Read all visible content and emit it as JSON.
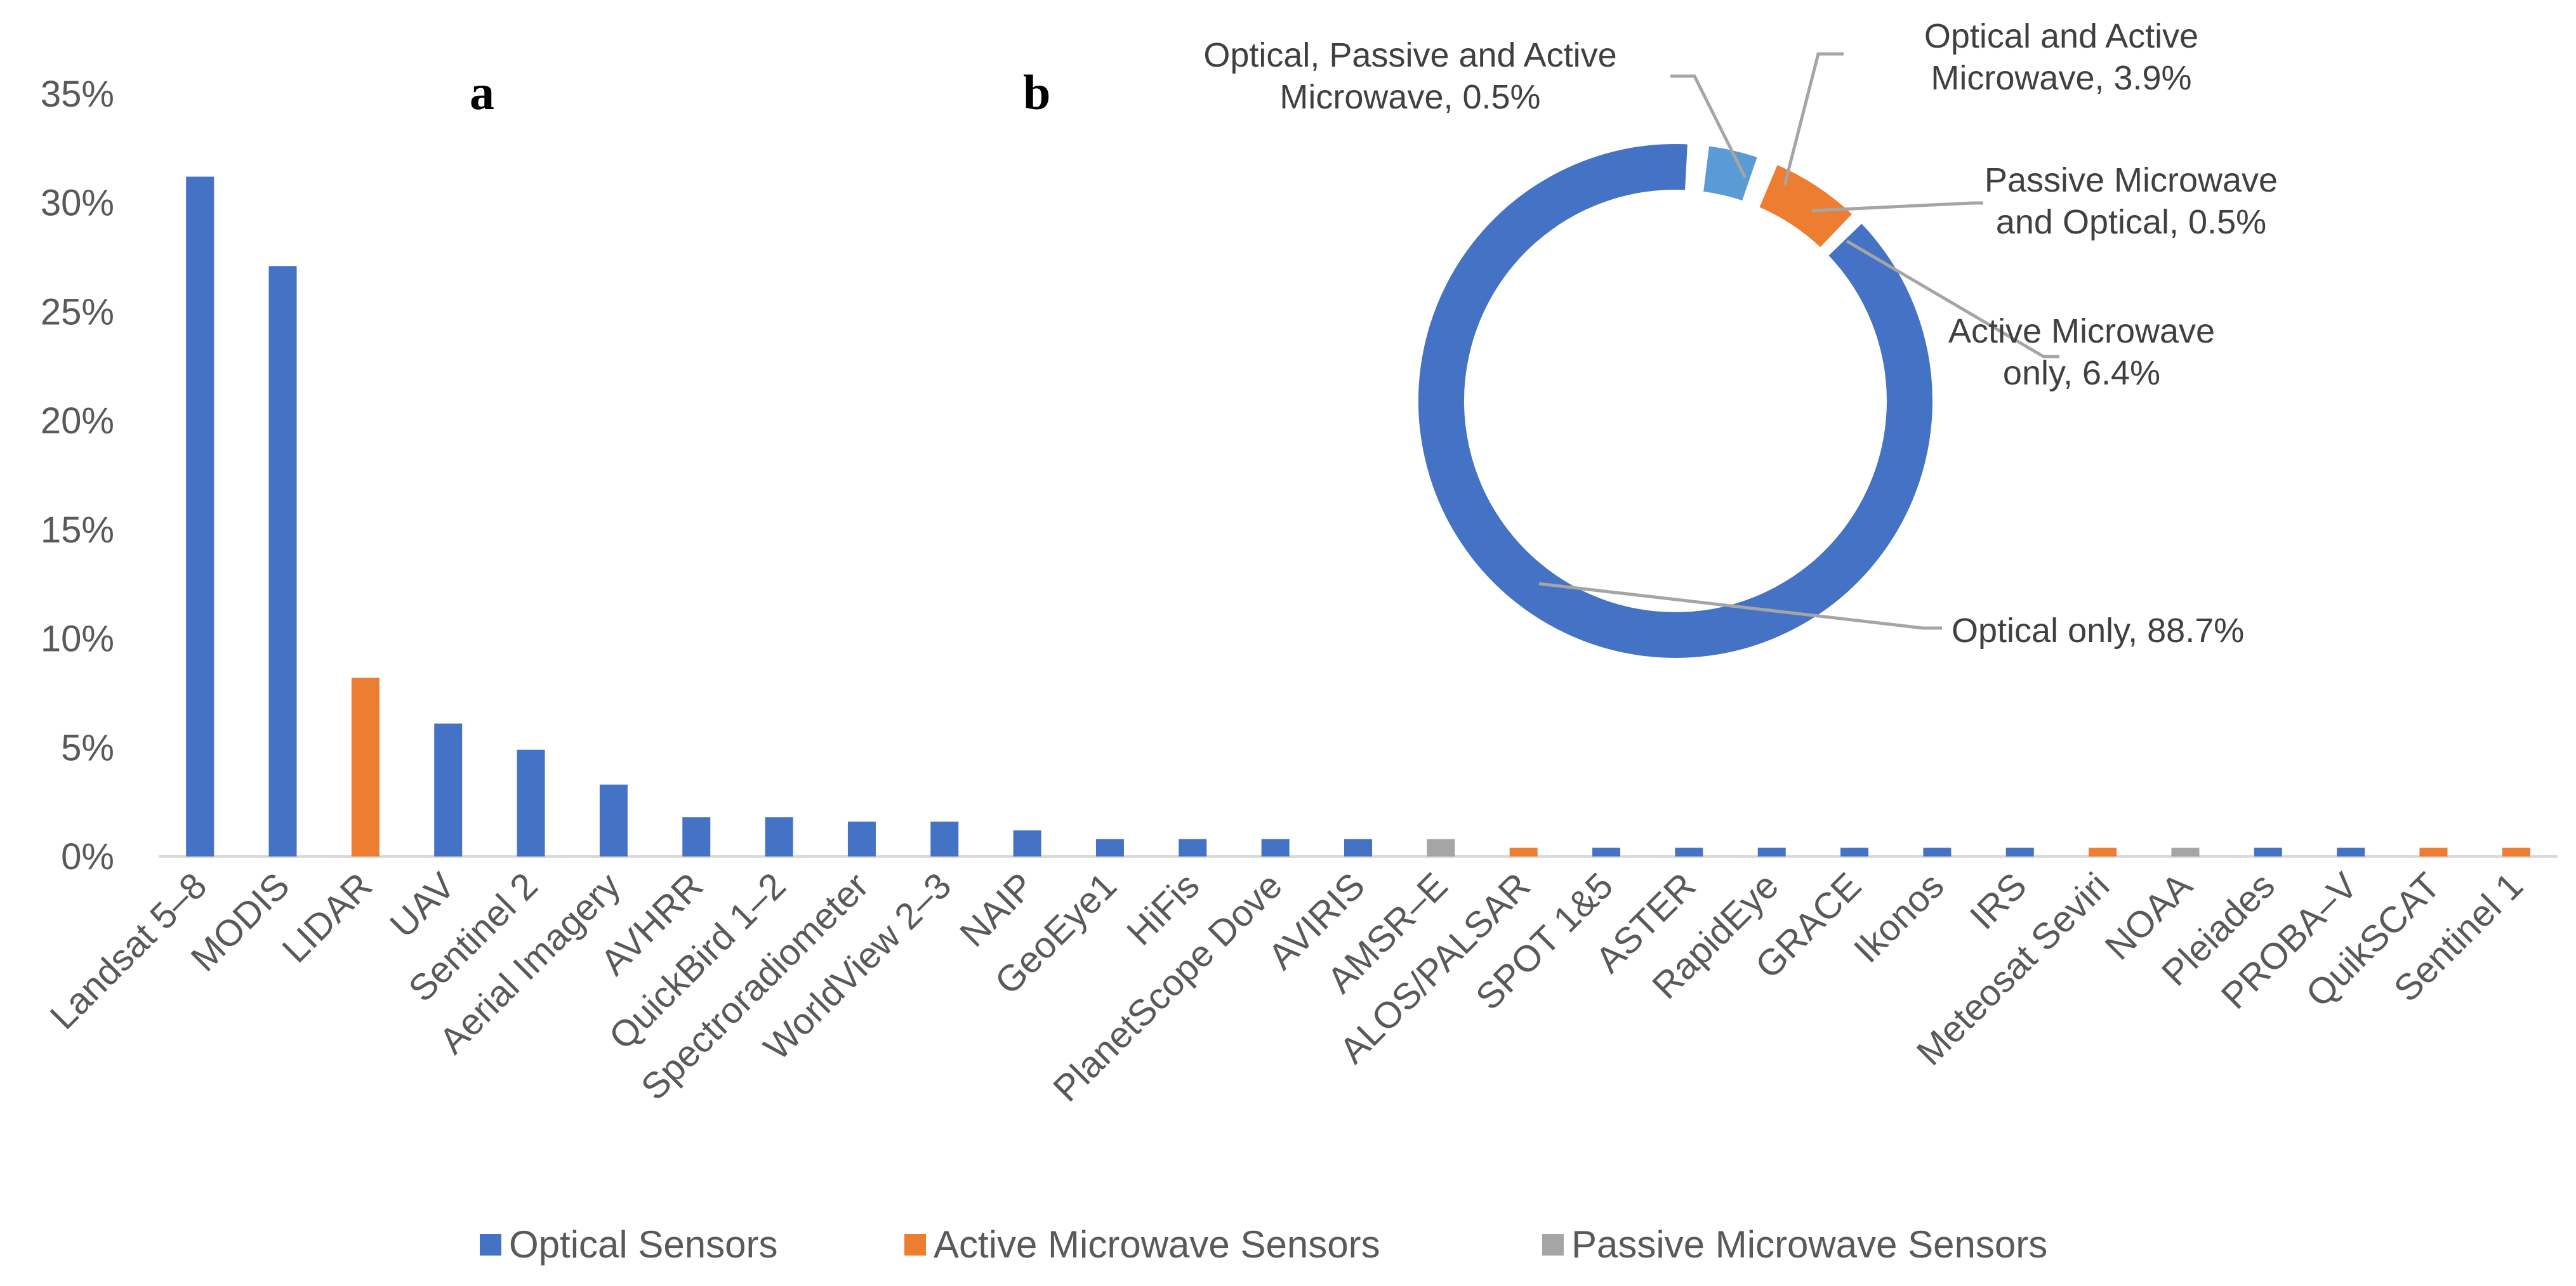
{
  "panels": {
    "a": "a",
    "b": "b"
  },
  "colors": {
    "optical": "#4472C4",
    "active_microwave": "#ED7D31",
    "passive_microwave": "#A5A5A5",
    "optical_active": "#5B9BD5"
  },
  "chart_data": [
    {
      "type": "bar",
      "panel": "a",
      "title": "",
      "xlabel": "",
      "ylabel": "",
      "ylim": [
        0,
        35
      ],
      "yticks": [
        "0%",
        "5%",
        "10%",
        "15%",
        "20%",
        "25%",
        "30%",
        "35%"
      ],
      "grid": false,
      "legend_position": "bottom",
      "series_names": {
        "optical": "Optical Sensors",
        "active": "Active Microwave Sensors",
        "passive": "Passive Microwave Sensors"
      },
      "categories": [
        "Landsat 5–8",
        "MODIS",
        "LIDAR",
        "UAV",
        "Sentinel 2",
        "Aerial Imagery",
        "AVHRR",
        "QuickBird 1–2",
        "Spectroradiometer",
        "WorldView 2–3",
        "NAIP",
        "GeoEye1",
        "HiFis",
        "PlanetScope Dove",
        "AVIRIS",
        "AMSR–E",
        "ALOS/PALSAR",
        "SPOT 1&5",
        "ASTER",
        "RapidEye",
        "GRACE",
        "Ikonos",
        "IRS",
        "Meteosat Seviri",
        "NOAA",
        "Pleiades",
        "PROBA–V",
        "QuikSCAT",
        "Sentinel 1"
      ],
      "values": [
        31.2,
        27.1,
        8.2,
        6.1,
        4.9,
        3.3,
        1.8,
        1.8,
        1.6,
        1.6,
        1.2,
        0.8,
        0.8,
        0.8,
        0.8,
        0.8,
        0.4,
        0.4,
        0.4,
        0.4,
        0.4,
        0.4,
        0.4,
        0.4,
        0.4,
        0.4,
        0.4,
        0.4,
        0.4
      ],
      "sensor_types": [
        "optical",
        "optical",
        "active",
        "optical",
        "optical",
        "optical",
        "optical",
        "optical",
        "optical",
        "optical",
        "optical",
        "optical",
        "optical",
        "optical",
        "optical",
        "passive",
        "active",
        "optical",
        "optical",
        "optical",
        "optical",
        "optical",
        "optical",
        "active",
        "passive",
        "optical",
        "optical",
        "active",
        "active"
      ]
    },
    {
      "type": "pie",
      "variant": "donut",
      "panel": "b",
      "title": "",
      "slices": [
        {
          "label_lines": [
            "Optical only, 88.7%"
          ],
          "value": 88.7,
          "color_key": "optical"
        },
        {
          "label_lines": [
            "Active Microwave",
            "only, 6.4%"
          ],
          "value": 6.4,
          "color_key": "active_microwave"
        },
        {
          "label_lines": [
            "Passive Microwave",
            "and Optical, 0.5%"
          ],
          "value": 0.5,
          "color_key": "active_microwave"
        },
        {
          "label_lines": [
            "Optical and Active",
            "Microwave, 3.9%"
          ],
          "value": 3.9,
          "color_key": "optical_active"
        },
        {
          "label_lines": [
            "Optical, Passive and Active",
            "Microwave, 0.5%"
          ],
          "value": 0.5,
          "color_key": "optical"
        }
      ]
    }
  ]
}
